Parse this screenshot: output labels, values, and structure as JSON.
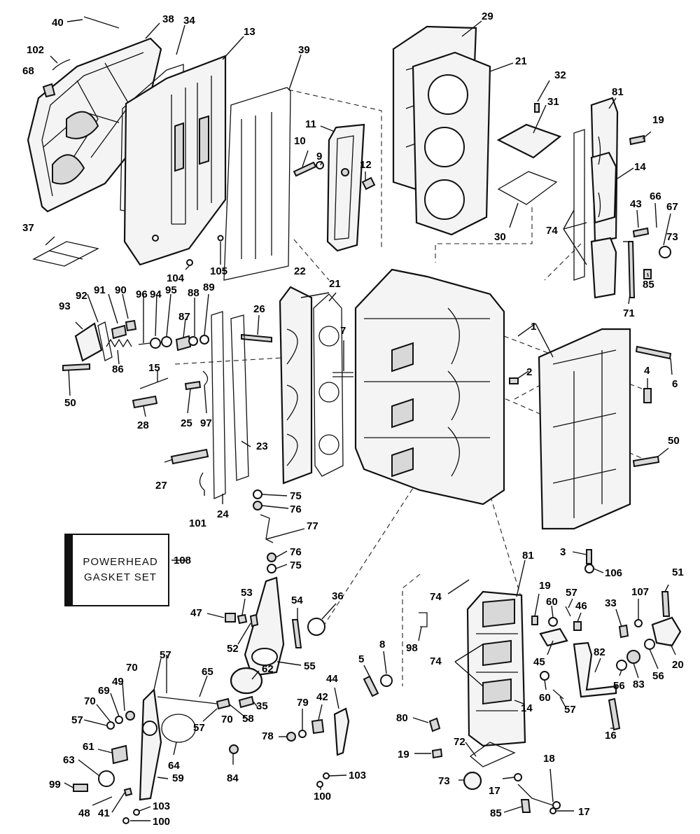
{
  "box_label": "POWERHEAD GASKET SET",
  "callouts": [
    "40",
    "38",
    "34",
    "13",
    "39",
    "102",
    "68",
    "37",
    "104",
    "105",
    "29",
    "21",
    "32",
    "31",
    "30",
    "11",
    "10",
    "9",
    "12",
    "81",
    "19",
    "14",
    "43",
    "66",
    "67",
    "73",
    "74",
    "71",
    "85",
    "22",
    "21",
    "26",
    "7",
    "1",
    "2",
    "4",
    "6",
    "50",
    "93",
    "92",
    "91",
    "90",
    "96",
    "94",
    "95",
    "87",
    "88",
    "89",
    "86",
    "15",
    "28",
    "25",
    "97",
    "50",
    "23",
    "27",
    "101",
    "24",
    "3",
    "106",
    "75",
    "76",
    "77",
    "76",
    "75",
    "108",
    "53",
    "47",
    "52",
    "54",
    "36",
    "55",
    "8",
    "5",
    "98",
    "81",
    "74",
    "19",
    "57",
    "60",
    "46",
    "107",
    "51",
    "33",
    "20",
    "45",
    "82",
    "56",
    "83",
    "56",
    "74",
    "14",
    "60",
    "57",
    "16",
    "57",
    "70",
    "65",
    "49",
    "69",
    "70",
    "57",
    "62",
    "35",
    "58",
    "64",
    "61",
    "63",
    "99",
    "59",
    "48",
    "41",
    "103",
    "100",
    "70",
    "57",
    "84",
    "79",
    "42",
    "78",
    "44",
    "103",
    "100",
    "80",
    "19",
    "72",
    "73",
    "17",
    "18",
    "85",
    "17"
  ]
}
